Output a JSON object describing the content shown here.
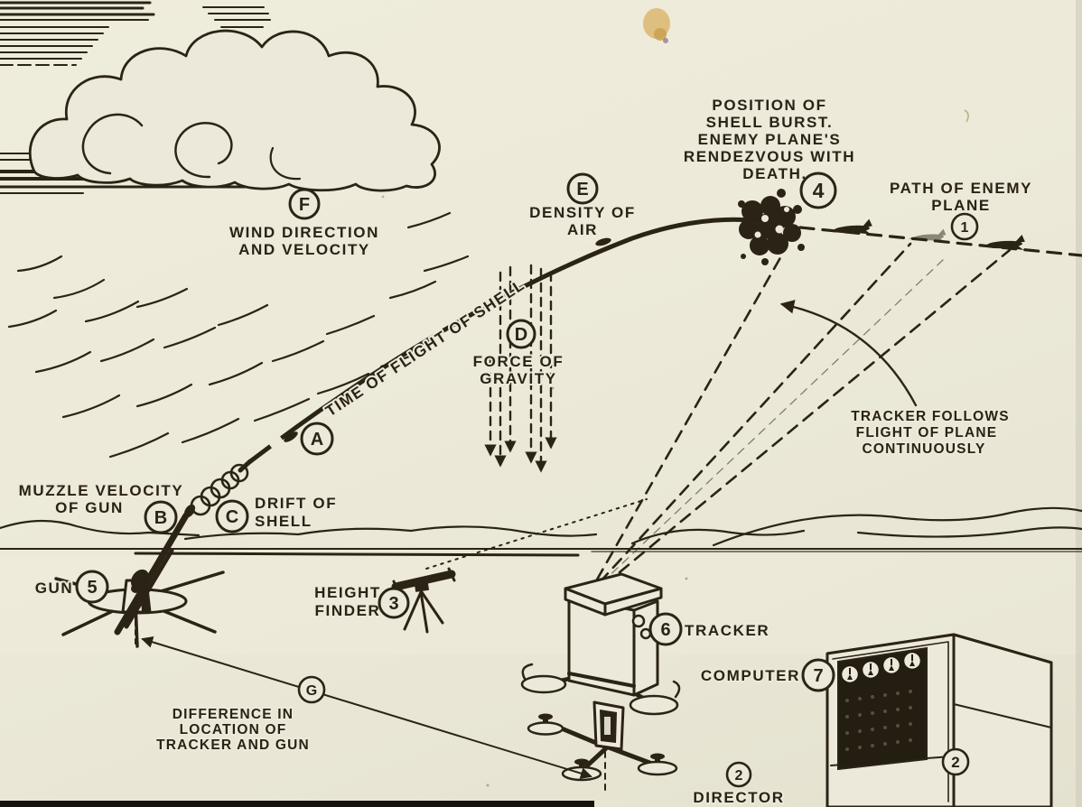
{
  "colors": {
    "paper": "#ece9da",
    "ink": "#2b2416",
    "stain": "#d9b468"
  },
  "figure": {
    "wind": {
      "letter": "F",
      "lines": [
        "WIND DIRECTION",
        "AND VELOCITY"
      ]
    },
    "density": {
      "letter": "E",
      "lines": [
        "DENSITY OF",
        "AIR"
      ]
    },
    "gravity": {
      "letter": "D",
      "lines": [
        "FORCE OF",
        "GRAVITY"
      ]
    },
    "flight_time": {
      "letter": "A",
      "text": "TIME OF FLIGHT OF SHELL"
    },
    "muzzle": {
      "letter": "B",
      "lines": [
        "MUZZLE VELOCITY",
        "OF GUN"
      ]
    },
    "drift": {
      "letter": "C",
      "lines": [
        "DRIFT OF",
        "SHELL"
      ]
    },
    "gun": {
      "number": "5",
      "text": "GUN"
    },
    "height_finder": {
      "number": "3",
      "lines": [
        "HEIGHT",
        "FINDER"
      ]
    },
    "burst": {
      "number": "4",
      "lines": [
        "POSITION OF",
        "SHELL BURST.",
        "ENEMY PLANE'S",
        "RENDEZVOUS WITH",
        "DEATH."
      ]
    },
    "enemy_path": {
      "number": "1",
      "lines": [
        "PATH OF ENEMY",
        "PLANE"
      ]
    },
    "tracker_follows": {
      "lines": [
        "TRACKER FOLLOWS",
        "FLIGHT OF PLANE",
        "CONTINUOUSLY"
      ]
    },
    "tracker": {
      "number": "6",
      "text": "TRACKER"
    },
    "computer": {
      "number": "7",
      "text": "COMPUTER"
    },
    "director": {
      "number": "2",
      "text": "DIRECTOR"
    },
    "difference": {
      "letter": "G",
      "lines": [
        "DIFFERENCE IN",
        "LOCATION OF",
        "TRACKER AND GUN"
      ]
    }
  }
}
